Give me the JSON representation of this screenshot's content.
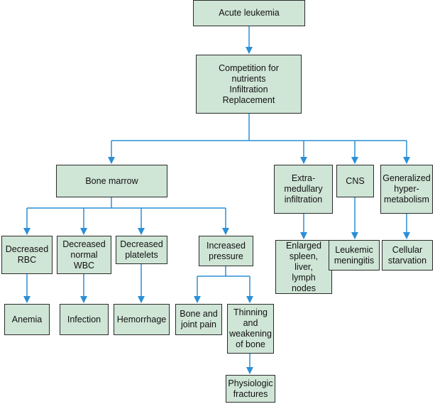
{
  "colors": {
    "box_fill": "#cfe5d6",
    "box_border": "#2b2b2b",
    "arrow": "#2b8fd6"
  },
  "nodes": {
    "acute_leukemia": "Acute leukemia",
    "competition": "Competition for\nnutrients\nInfiltration\nReplacement",
    "bone_marrow": "Bone marrow",
    "extramedullary": "Extra-\nmedullary\ninfiltration",
    "cns": "CNS",
    "hypermetabolism": "Generalized\nhyper-\nmetabolism",
    "decreased_rbc": "Decreased\nRBC",
    "decreased_wbc": "Decreased\nnormal\nWBC",
    "decreased_platelets": "Decreased\nplatelets",
    "increased_pressure": "Increased\npressure",
    "enlarged_spleen": "Enlarged\nspleen,\nliver,\nlymph\nnodes",
    "leukemic_meningitis": "Leukemic\nmeningitis",
    "cellular_starvation": "Cellular\nstarvation",
    "anemia": "Anemia",
    "infection": "Infection",
    "hemorrhage": "Hemorrhage",
    "bone_joint_pain": "Bone and\njoint pain",
    "thinning_bone": "Thinning\nand\nweakening\nof bone",
    "physiologic_fractures": "Physiologic\nfractures"
  }
}
